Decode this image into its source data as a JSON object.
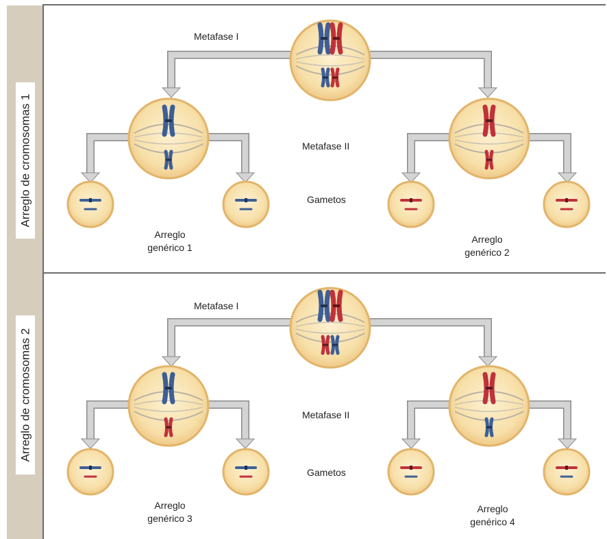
{
  "panels": [
    {
      "side_label": "Arreglo de cromosomas 1",
      "metafase1": "Metafase I",
      "metafase2": "Metafase II",
      "gametos": "Gametos",
      "arreglo_left": [
        "Arreglo",
        "genérico 1"
      ],
      "arreglo_right": [
        "Arreglo",
        "genérico 2"
      ]
    },
    {
      "side_label": "Arreglo de cromosomas 2",
      "metafase1": "Metafase I",
      "metafase2": "Metafase II",
      "gametos": "Gametos",
      "arreglo_left": [
        "Arreglo",
        "genérico 3"
      ],
      "arreglo_right": [
        "Arreglo",
        "genérico 4"
      ]
    }
  ],
  "colors": {
    "blue_chromosome": "#3d5f96",
    "red_chromosome": "#c0323a",
    "cell_fill": "#f7dfa8",
    "cell_border": "#e2b46a",
    "arrow": "#cfcfcf",
    "panel_side": "#d6cdbd"
  }
}
